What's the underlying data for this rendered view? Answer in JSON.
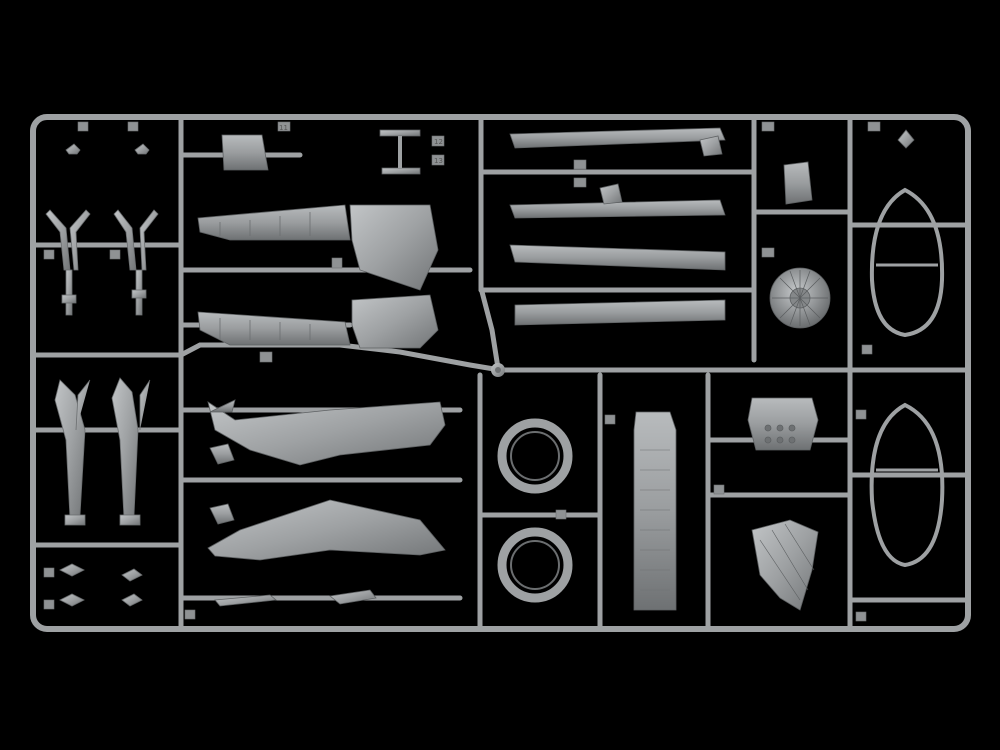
{
  "photo": {
    "background_color": "#000000",
    "plastic_color": "#9ea1a3",
    "plastic_highlight": "#c4c7c9",
    "plastic_shadow": "#6b6e70"
  },
  "sprue": {
    "part_numbers": [
      "11",
      "12",
      "13"
    ]
  }
}
